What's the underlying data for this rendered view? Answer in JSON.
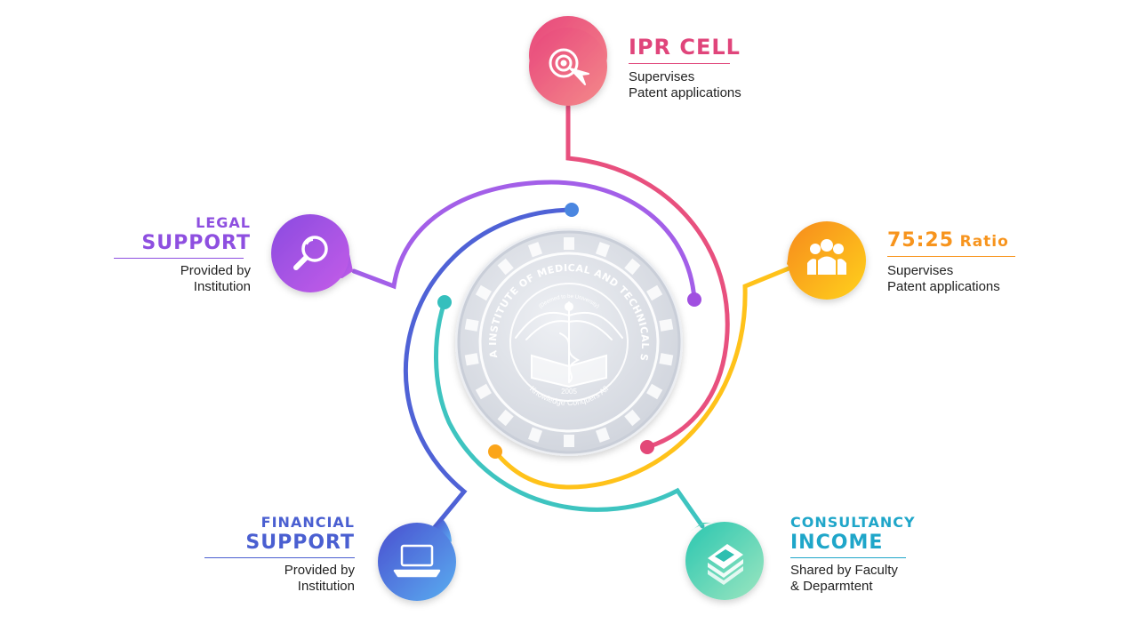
{
  "seal": {
    "name": "SAVEETHA INSTITUTE OF MEDICAL AND TECHNICAL SCIENCES",
    "deemed": "(Deemed to be University)",
    "year": "2005",
    "motto": "Knowledge Conquers All"
  },
  "ipr": {
    "title": "IPR CELL",
    "line1": "Supervises",
    "line2": "Patent applications",
    "color": "#e0457b",
    "icon": "target-cursor-icon"
  },
  "ratio": {
    "title_num": "75:25",
    "title_word": "Ratio",
    "line1": "Supervises",
    "line2": "Patent applications",
    "color": "#f7941d",
    "icon": "people-icon"
  },
  "legal": {
    "title1": "LEGAL",
    "title2": "SUPPORT",
    "line1": "Provided by",
    "line2": "Institution",
    "color": "#8e4fe0",
    "icon": "magnifier-icon"
  },
  "financial": {
    "title1": "FINANCIAL",
    "title2": "SUPPORT",
    "line1": "Provided by",
    "line2": "Institution",
    "color": "#4a5fd1",
    "icon": "laptop-icon"
  },
  "consultancy": {
    "title1": "CONSULTANCY",
    "title2": "INCOME",
    "line1": "Shared by Faculty",
    "line2": "& Deparmtent",
    "color": "#1fa6c9",
    "icon": "book-stack-icon"
  }
}
